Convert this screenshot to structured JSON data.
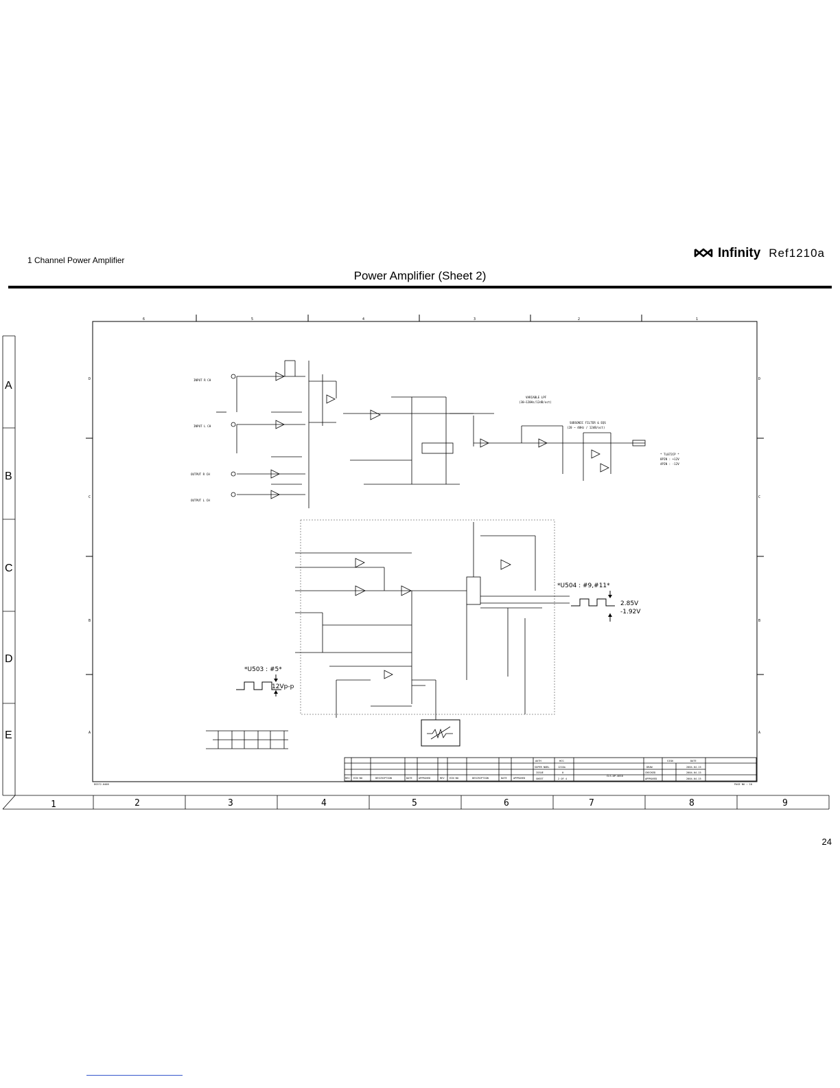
{
  "header": {
    "left_text": "1 Channel Power Amplifier",
    "brand_name": "Infinity",
    "model": "Ref1210a",
    "sheet_title": "Power Amplifier (Sheet 2)"
  },
  "page_number": "24",
  "row_labels": [
    "A",
    "B",
    "C",
    "D",
    "E"
  ],
  "column_labels_bottom": [
    "1",
    "2",
    "3",
    "4",
    "5",
    "6",
    "7",
    "8",
    "9"
  ],
  "column_labels_top": [
    "6",
    "5",
    "4",
    "3",
    "2",
    "1"
  ],
  "frame_side_letters": [
    "D",
    "C",
    "B",
    "A"
  ],
  "schematic": {
    "labels": {
      "input_r": "INPUT R CH",
      "input_l": "INPUT L CH",
      "output_r": "OUTPUT R CH",
      "output_l": "OUTPUT L CH",
      "variable_lpf": "VARIABLE LPF",
      "variable_lpf_spec": "(30~120Hz/12dB/oct)",
      "subsonic": "SUBSONIC FILTER & EQS",
      "subsonic_spec": "(20 ~ 40Hz / 12dB/oct)",
      "tl_note": "* TL072CP *",
      "tl_pin8": "8PIN : +12V",
      "tl_pin4": "4PIN : -12V"
    },
    "waveform_u504": {
      "label": "*U504 : #9,#11*",
      "v_high": "2.85V",
      "v_low": "-1.92V"
    },
    "waveform_u503": {
      "label": "*U503 : #5*",
      "amplitude": "12Vp-p"
    }
  },
  "title_block": {
    "left_headers": [
      "REV",
      "ECN NO",
      "DESCRIPTION",
      "DATE",
      "APPROVED",
      "REV",
      "ECN NO",
      "DESCRIPTION",
      "DATE",
      "APPROVED"
    ],
    "info_labels": [
      "AUTH",
      "SUPER NOBL",
      "ISSUE",
      "SHEET"
    ],
    "info_values": [
      "HCG",
      "1210a",
      "0",
      "2 OF 4"
    ],
    "drawing_no": "CLS-AP-4010",
    "sign_roles": [
      "DRAW",
      "CHECKED",
      "APPROVED"
    ],
    "dates": [
      "2004.04.15",
      "2004.04.15",
      "2004.04.15"
    ],
    "col_headers": [
      "SIGN",
      "DATE"
    ],
    "page_no": "PAGE NO : 10",
    "file_code": "DS572-0408"
  }
}
